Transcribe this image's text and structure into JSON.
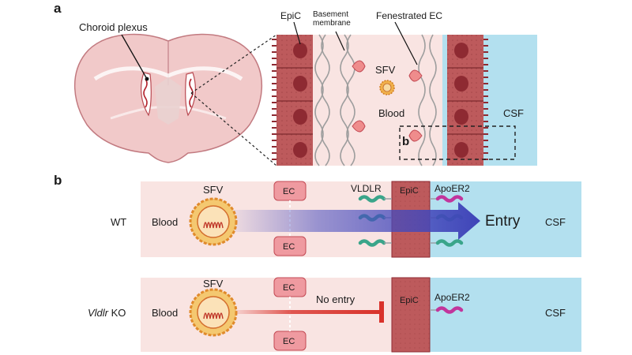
{
  "panel_a": {
    "letter": "a",
    "choroid_plexus": "Choroid plexus",
    "epic": "EpiC",
    "basement_membrane": "Basement membrane",
    "fenestrated_ec": "Fenestrated EC",
    "sfv": "SFV",
    "blood": "Blood",
    "csf": "CSF",
    "inset": "b"
  },
  "panel_b": {
    "letter": "b",
    "wt": {
      "genotype": "WT",
      "blood": "Blood",
      "sfv": "SFV",
      "ec_top": "EC",
      "ec_bottom": "EC",
      "vldlr": "VLDLR",
      "epic": "EpiC",
      "apoer2": "ApoER2",
      "entry": "Entry",
      "csf": "CSF"
    },
    "ko": {
      "genotype_italic": "Vldlr",
      "genotype_suffix": " KO",
      "blood": "Blood",
      "sfv": "SFV",
      "ec_top": "EC",
      "ec_bottom": "EC",
      "no_entry": "No entry",
      "epic": "EpiC",
      "apoer2": "ApoER2",
      "csf": "CSF"
    }
  },
  "colors": {
    "blood_bg": "#f9e4e2",
    "csf_bg": "#b3e0ef",
    "epic_fill": "#bd5a5c",
    "ec_fill": "#ef9aa0",
    "arrow_blue": "#4a4fc0",
    "inhibit_red": "#d9322b",
    "vldlr_green": "#3aa58a",
    "apoer2_magenta": "#c2359c"
  }
}
